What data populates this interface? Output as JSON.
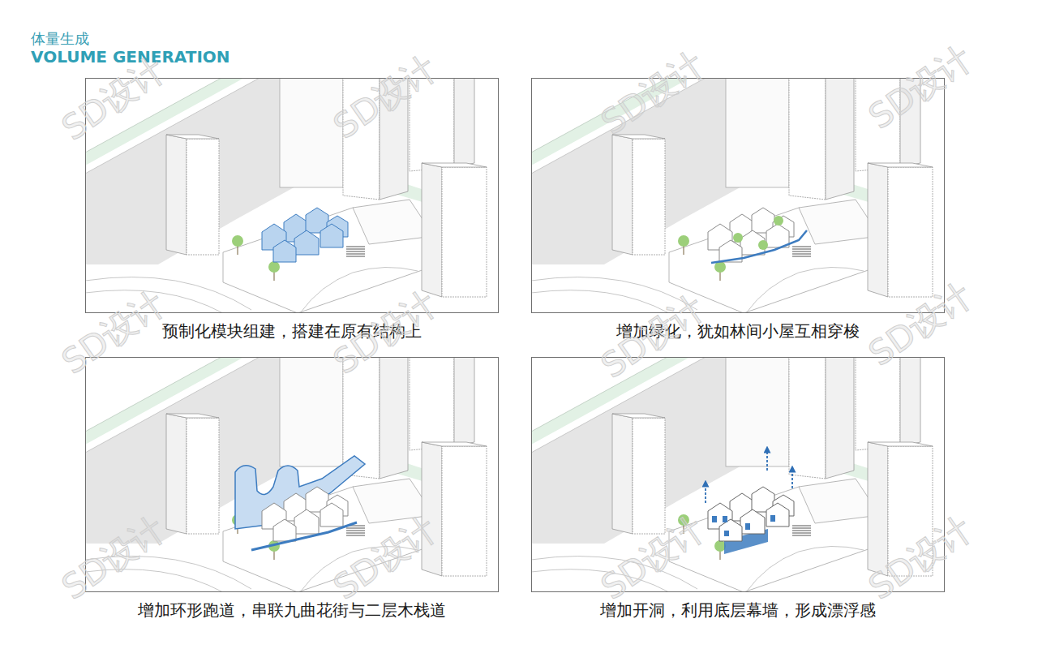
{
  "diagram": {
    "title": "体量生成",
    "nodes": [
      {
        "text": [
          "预制化模块组建，搭建在原有结构上"
        ]
      },
      {
        "text": [
          "增加绿化，犹如林间小屋互相穿梭"
        ]
      },
      {
        "text": [
          "增加环形跑道，串联九曲花街与二层木栈道"
        ]
      },
      {
        "text": [
          "增加开洞，利用底层幕墙，形成漂浮感"
        ]
      }
    ],
    "labels": [
      "VOLUME GENERATION",
      "SD设计",
      "SD设计",
      "SD设计",
      "SD设计",
      "SD设计",
      "SD设计",
      "SD设计",
      "SD设计",
      "SD设计",
      "SD设计",
      "SD设计",
      "SD设计"
    ]
  }
}
